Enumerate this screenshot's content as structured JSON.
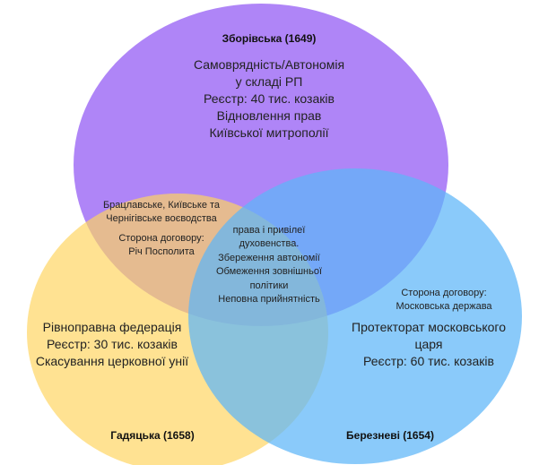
{
  "sets": [
    {
      "title": "Зборівська (1649)",
      "color": "#a474f6",
      "lines": [
        "Самоврядність/Автономія",
        "у складі РП",
        "Реєстр: 40 тис. козаків",
        "Відновлення прав",
        "Київської митрополії"
      ]
    },
    {
      "title": "Гадяцька (1658)",
      "color": "#ffd45e",
      "lines": [
        "Рівноправна федерація",
        "Реєстр: 30 тис. козаків",
        "Скасування церковної унії"
      ]
    },
    {
      "title": "Березневі (1654)",
      "color": "#5db6f8",
      "lines": [
        "Протекторат московського",
        "царя",
        "Реєстр: 60 тис. козаків"
      ]
    }
  ],
  "overlaps": {
    "zborivska_hadiatska": [
      "Брацлавське, Київське та",
      "Чернігівське воєводства",
      "Сторона договору:",
      "Річ Посполита"
    ],
    "all_three": [
      "права і привілеї",
      "духовенства.",
      "Збереження автономії",
      "Обмеження зовнішньої",
      "політики",
      "Неповна прийнятність"
    ],
    "hadiatska_berezhnevi": [
      "Сторона договору:",
      "Московська держава"
    ]
  }
}
